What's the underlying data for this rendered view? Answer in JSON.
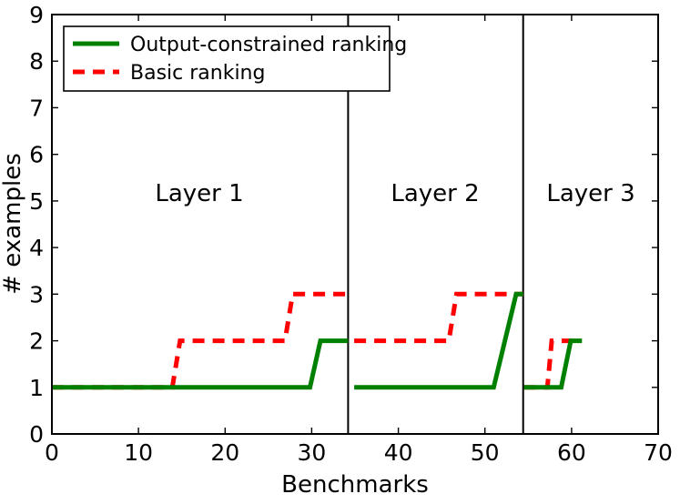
{
  "chart_data": {
    "type": "line",
    "title": "",
    "xlabel": "Benchmarks",
    "ylabel": "# examples",
    "xlim": [
      0,
      70
    ],
    "ylim": [
      0,
      9
    ],
    "grid": false,
    "x_ticks": [
      0,
      10,
      20,
      30,
      40,
      50,
      60,
      70
    ],
    "y_ticks": [
      0,
      1,
      2,
      3,
      4,
      5,
      6,
      7,
      8,
      9
    ],
    "x_tick_labels": [
      "0",
      "10",
      "20",
      "30",
      "40",
      "50",
      "60",
      "70"
    ],
    "y_tick_labels": [
      "0",
      "1",
      "2",
      "3",
      "4",
      "5",
      "6",
      "7",
      "8",
      "9"
    ],
    "legend": {
      "position": "upper left",
      "entries": [
        {
          "name": "Output-constrained ranking",
          "color": "#008000",
          "style": "solid"
        },
        {
          "name": "Basic ranking",
          "color": "#FF0000",
          "style": "dashed"
        }
      ]
    },
    "annotations": [
      {
        "text": "Layer 1",
        "x": 17.0,
        "y": 5.0
      },
      {
        "text": "Layer 2",
        "x": 44.2,
        "y": 5.0
      },
      {
        "text": "Layer 3",
        "x": 61.0,
        "y": 5.0
      }
    ],
    "dividers": [
      34.2,
      54.4
    ],
    "series": [
      {
        "name": "Output-constrained ranking",
        "color": "#008000",
        "style": "solid",
        "segments": [
          {
            "panel": "Layer 1",
            "points": [
              [
                0,
                1
              ],
              [
                29.8,
                1
              ],
              [
                31.0,
                2
              ],
              [
                34.2,
                2
              ]
            ]
          },
          {
            "panel": "Layer 2",
            "points": [
              [
                34.9,
                1
              ],
              [
                51.0,
                1
              ],
              [
                53.6,
                3
              ],
              [
                54.4,
                3
              ]
            ]
          },
          {
            "panel": "Layer 3",
            "points": [
              [
                54.5,
                1
              ],
              [
                58.8,
                1
              ],
              [
                59.9,
                2
              ],
              [
                61.2,
                2
              ]
            ]
          }
        ]
      },
      {
        "name": "Basic ranking",
        "color": "#FF0000",
        "style": "dashed",
        "segments": [
          {
            "panel": "Layer 1",
            "points": [
              [
                0,
                1
              ],
              [
                13.9,
                1
              ],
              [
                14.8,
                2
              ],
              [
                26.9,
                2
              ],
              [
                27.8,
                3
              ],
              [
                34.2,
                3
              ]
            ]
          },
          {
            "panel": "Layer 2",
            "points": [
              [
                34.9,
                2
              ],
              [
                45.8,
                2
              ],
              [
                46.7,
                3
              ],
              [
                54.4,
                3
              ]
            ]
          },
          {
            "panel": "Layer 3",
            "points": [
              [
                54.5,
                1
              ],
              [
                57.2,
                1
              ],
              [
                57.7,
                2
              ],
              [
                59.9,
                2
              ]
            ]
          }
        ]
      }
    ]
  },
  "axes": {
    "x_label": "Benchmarks",
    "y_label": "# examples"
  },
  "legend": {
    "entry_0_label": "Output-constrained ranking",
    "entry_1_label": "Basic ranking"
  },
  "panels": {
    "label_0": "Layer 1",
    "label_1": "Layer 2",
    "label_2": "Layer 3"
  },
  "xticks": {
    "t0": "0",
    "t1": "10",
    "t2": "20",
    "t3": "30",
    "t4": "40",
    "t5": "50",
    "t6": "60",
    "t7": "70"
  },
  "yticks": {
    "t0": "0",
    "t1": "1",
    "t2": "2",
    "t3": "3",
    "t4": "4",
    "t5": "5",
    "t6": "6",
    "t7": "7",
    "t8": "8",
    "t9": "9"
  },
  "colors": {
    "series_green": "#008000",
    "series_red": "#FF0000",
    "axis": "#000000",
    "background": "#FFFFFF"
  }
}
